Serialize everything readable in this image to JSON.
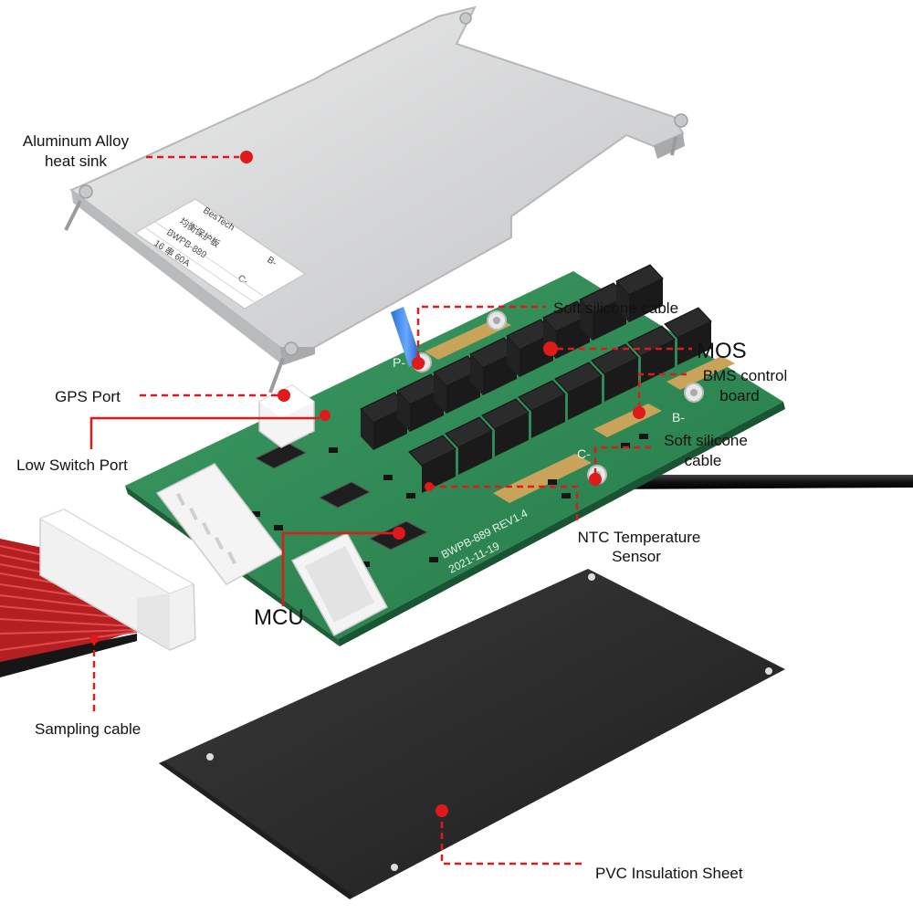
{
  "colors": {
    "accent": "#e01919",
    "pcb_green": "#2f8a55",
    "heatsink": "#d9dadb",
    "insulation_sheet": "#2a2a2a",
    "mosfet": "#2b2b2b",
    "sampling_cable": "#c8282b"
  },
  "heatsink_label": {
    "brand": "BesTech",
    "rows": [
      "均衡保护板",
      "BWPB-889",
      "16 串 60A"
    ],
    "marks": [
      "B-",
      "C-"
    ]
  },
  "pcb": {
    "model_text": "BWPB-889 REV1.4",
    "date_text": "2021-11-19",
    "terminals": [
      "P-",
      "B-",
      "C-"
    ]
  },
  "callouts": [
    {
      "id": "heatsink",
      "lines": [
        "Aluminum Alloy",
        "heat sink"
      ]
    },
    {
      "id": "gps",
      "lines": [
        "GPS Port"
      ]
    },
    {
      "id": "low_switch",
      "lines": [
        "Low Switch Port"
      ]
    },
    {
      "id": "soft_cable_top",
      "lines": [
        "Soft silicone cable"
      ]
    },
    {
      "id": "mos",
      "lines": [
        "MOS"
      ]
    },
    {
      "id": "bms",
      "lines": [
        "BMS control",
        "board"
      ]
    },
    {
      "id": "soft_cable_right",
      "lines": [
        "Soft silicone",
        "cable"
      ]
    },
    {
      "id": "ntc",
      "lines": [
        "NTC Temperature",
        "Sensor"
      ]
    },
    {
      "id": "mcu",
      "lines": [
        "MCU"
      ]
    },
    {
      "id": "sampling",
      "lines": [
        "Sampling cable"
      ]
    },
    {
      "id": "pvc",
      "lines": [
        "PVC Insulation Sheet"
      ]
    }
  ]
}
